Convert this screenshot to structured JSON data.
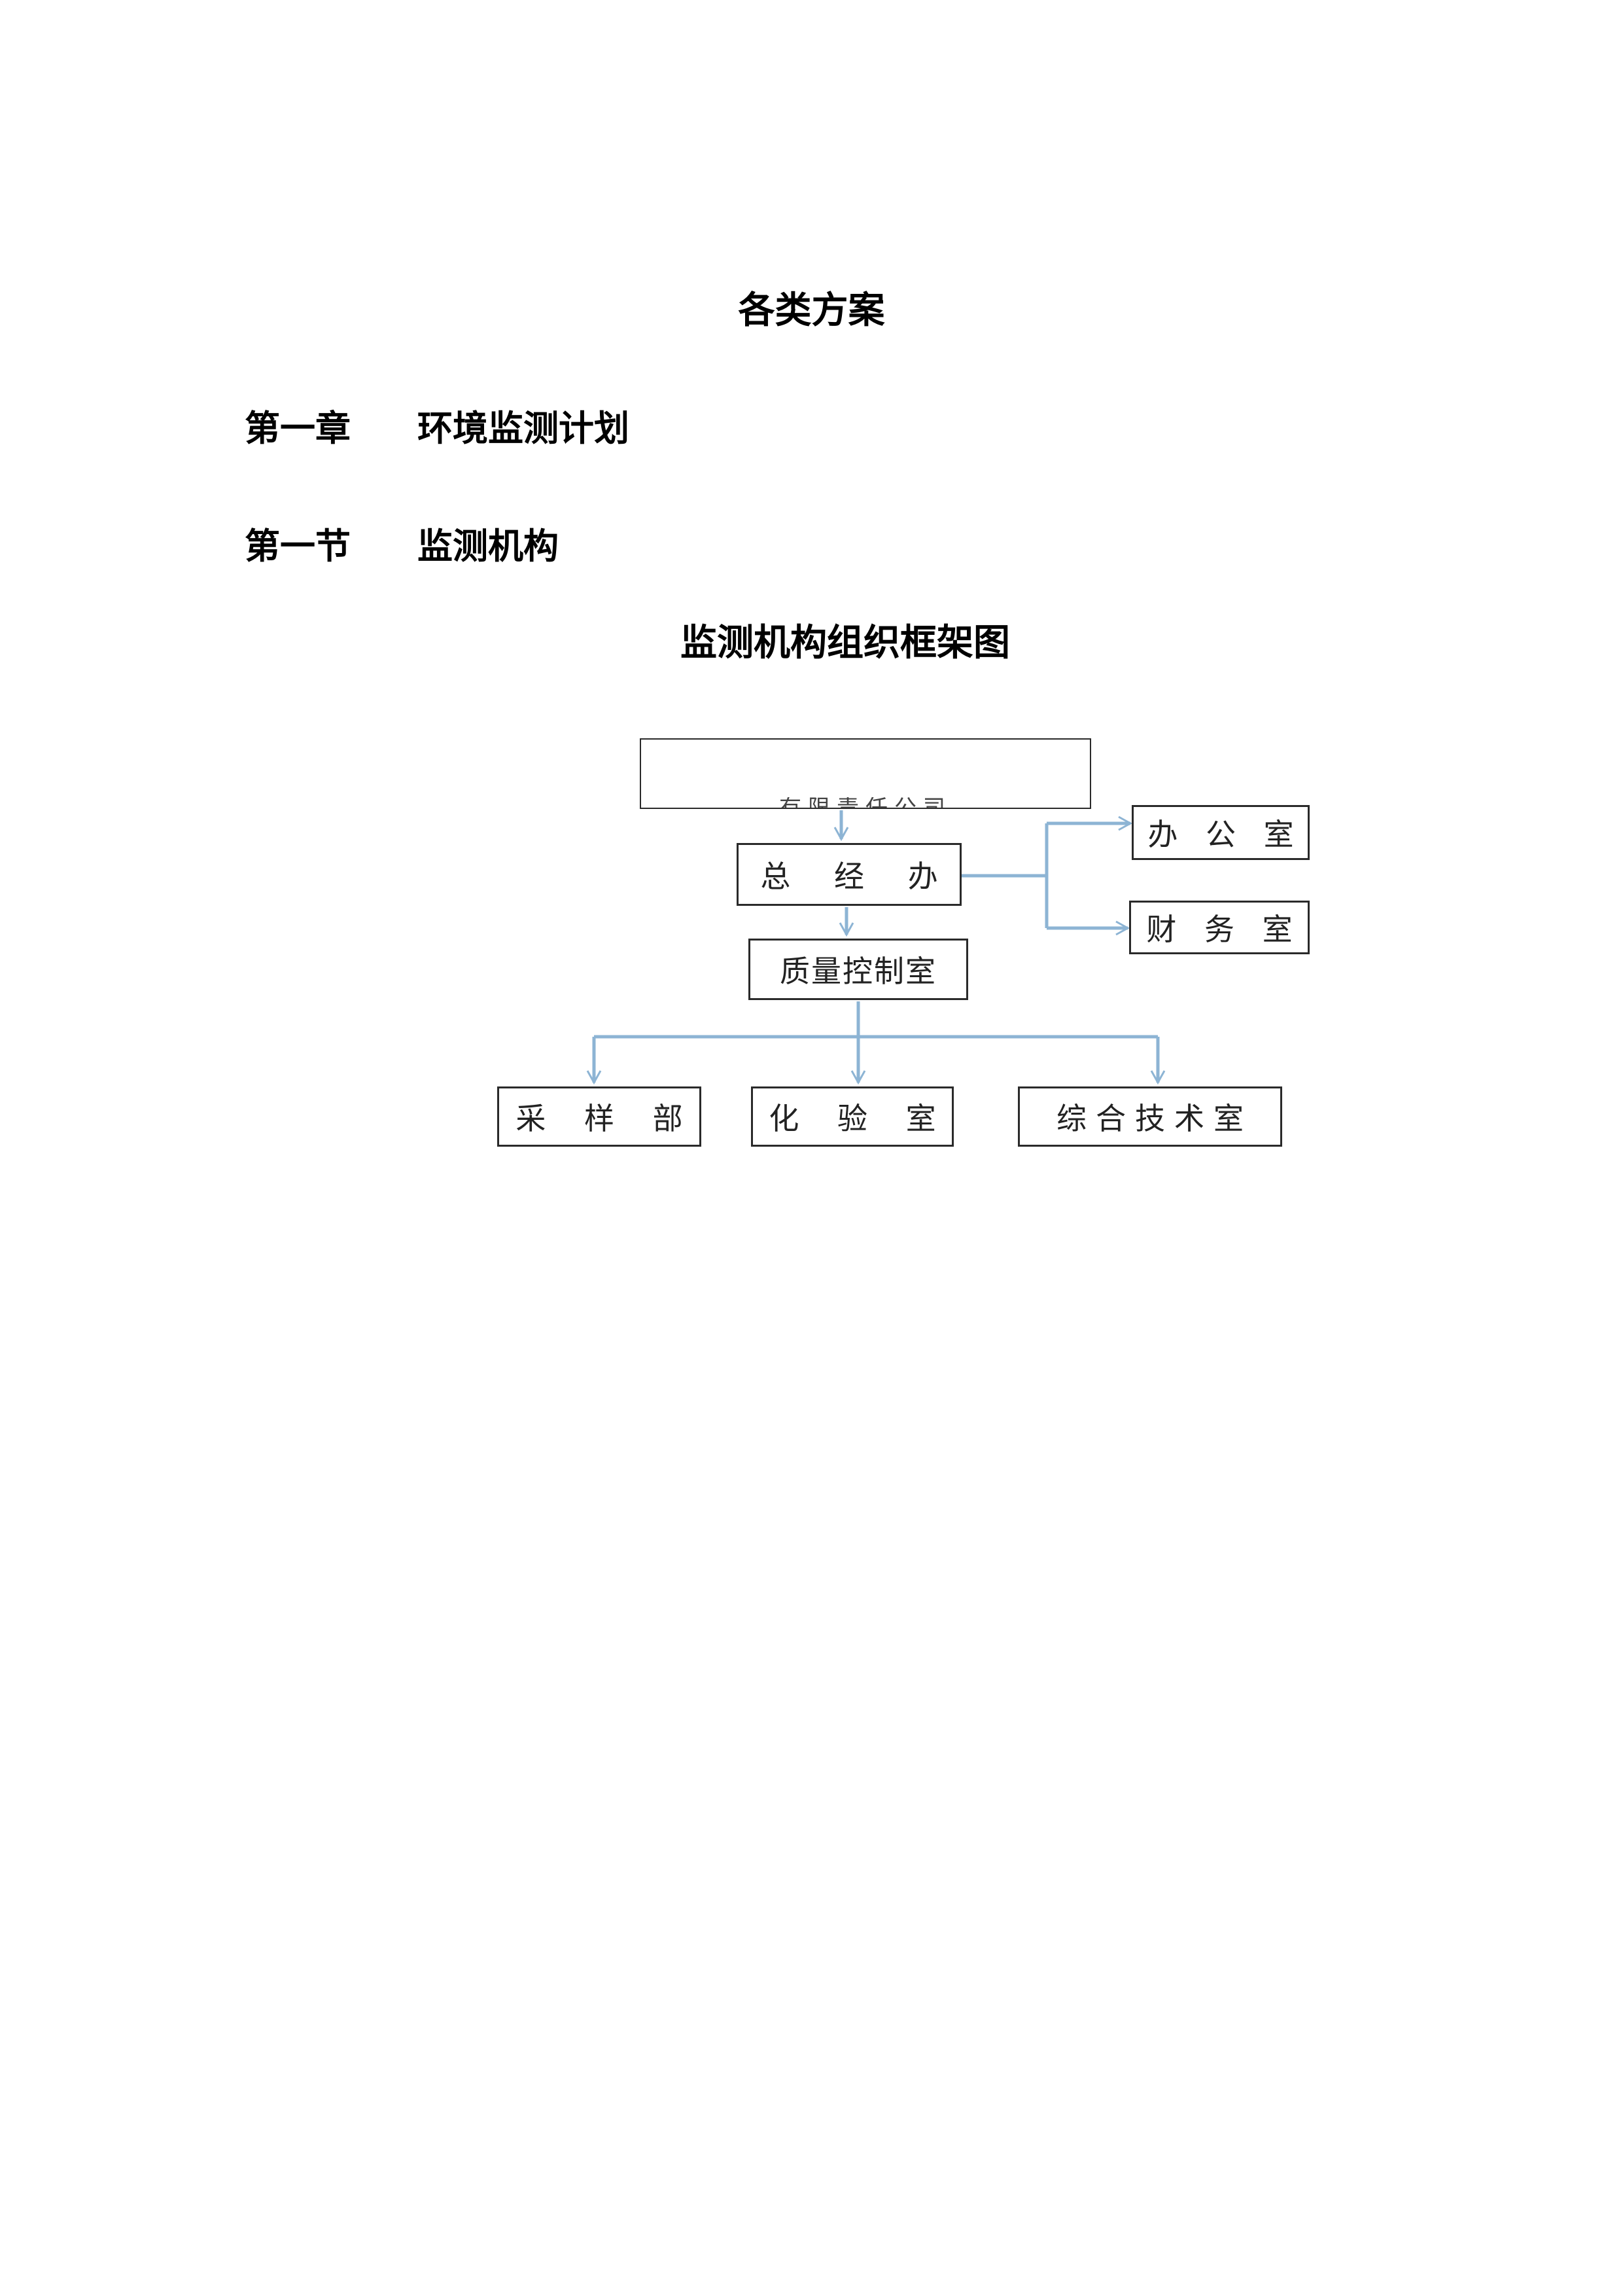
{
  "document": {
    "title": "各类方案",
    "chapter": {
      "number": "第一章",
      "title": "环境监测计划"
    },
    "section": {
      "number": "第一节",
      "title": "监测机构"
    },
    "figure_title": "监测机构组织框架图"
  },
  "org_chart": {
    "top_box_label": "有限责任公司",
    "general_office": "总 经 办",
    "office": "办 公 室",
    "finance": "财 务 室",
    "quality_control": "质量控制室",
    "sampling": "采 样 部",
    "lab": "化 验 室",
    "technical": "综合技术室",
    "connector_color": "#8db4d4",
    "box_border_color": "#2a2a2a"
  }
}
